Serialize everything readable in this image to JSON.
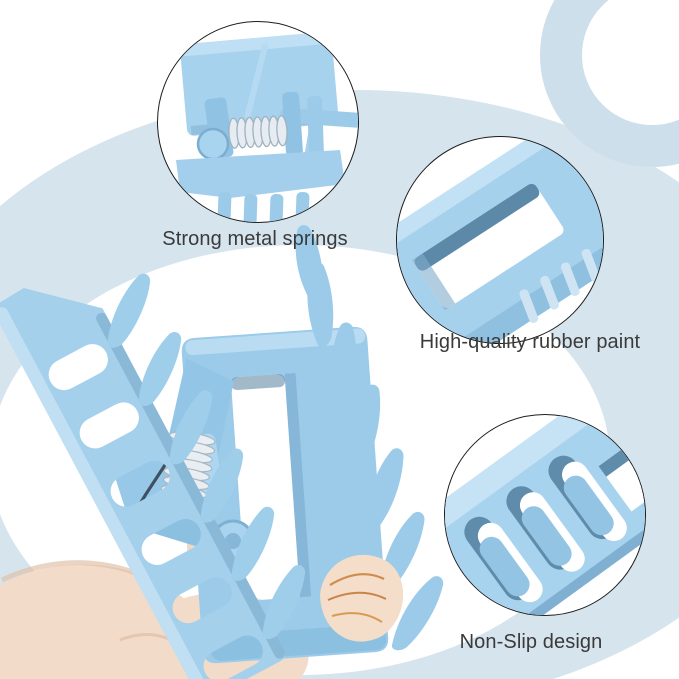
{
  "page": {
    "type": "product-infographic-photo",
    "background_color": "#ffffff"
  },
  "callouts": [
    {
      "id": "springs",
      "label": "Strong metal springs"
    },
    {
      "id": "paint",
      "label": "High-quality rubber paint"
    },
    {
      "id": "grip",
      "label": "Non-Slip design"
    }
  ],
  "colors": {
    "clip_blue": "#9ccbe9",
    "clip_highlight": "#bedff4",
    "clip_shadow": "#6f9fc4",
    "deep_shadow": "#55809f",
    "ring_decor": "#d6e4ee",
    "small_ring_decor": "#cddfeb",
    "label_text": "#3a3a3a",
    "callout_border": "#1c1c1c",
    "skin": "#f2dcc9",
    "spring_coil": "#e9eef3",
    "spring_wire": "#3f5160"
  }
}
